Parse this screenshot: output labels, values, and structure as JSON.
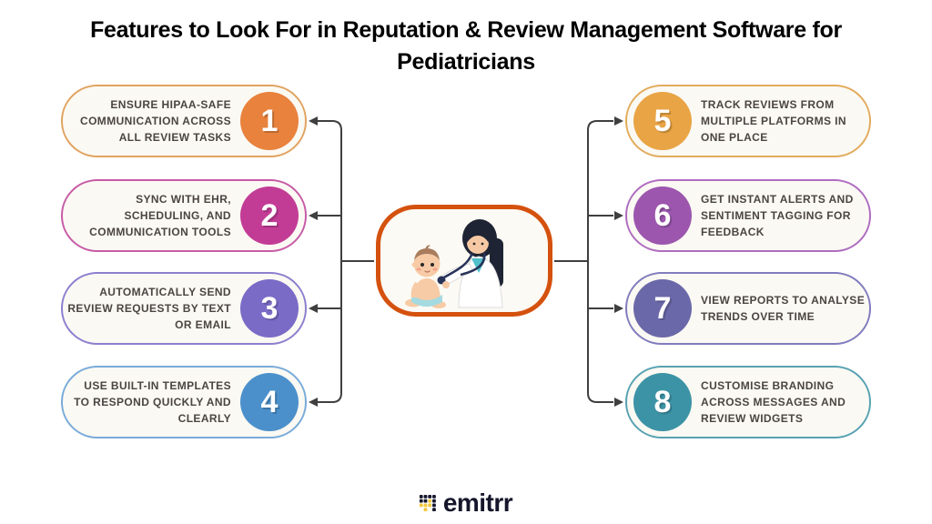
{
  "title": "Features to Look For in Reputation & Review Management Software for Pediatricians",
  "features": [
    {
      "number": "1",
      "text": "ENSURE HIPAA-SAFE COMMUNICATION ACROSS ALL REVIEW TASKS",
      "circle_color": "#E8823D",
      "border_color": "#E1A360",
      "side": "left"
    },
    {
      "number": "2",
      "text": "SYNC WITH EHR, SCHEDULING, AND COMMUNICATION TOOLS",
      "circle_color": "#C23C96",
      "border_color": "#C75BA6",
      "side": "left"
    },
    {
      "number": "3",
      "text": "AUTOMATICALLY SEND REVIEW REQUESTS BY TEXT OR EMAIL",
      "circle_color": "#7A6BC7",
      "border_color": "#8C7FD0",
      "side": "left"
    },
    {
      "number": "4",
      "text": "USE BUILT-IN TEMPLATES TO RESPOND QUICKLY AND CLEARLY",
      "circle_color": "#4B90CB",
      "border_color": "#78ABDA",
      "side": "left"
    },
    {
      "number": "5",
      "text": "TRACK REVIEWS FROM MULTIPLE PLATFORMS IN ONE PLACE",
      "circle_color": "#E9A445",
      "border_color": "#E2AB5C",
      "side": "right"
    },
    {
      "number": "6",
      "text": "GET INSTANT ALERTS AND SENTIMENT TAGGING FOR FEEDBACK",
      "circle_color": "#9C56AE",
      "border_color": "#AF6CC0",
      "side": "right"
    },
    {
      "number": "7",
      "text": "VIEW REPORTS TO ANALYSE TRENDS OVER TIME",
      "circle_color": "#6B68A9",
      "border_color": "#807CBE",
      "side": "right"
    },
    {
      "number": "8",
      "text": "CUSTOMISE BRANDING ACROSS MESSAGES AND REVIEW WIDGETS",
      "circle_color": "#3C93A6",
      "border_color": "#58A2B2",
      "side": "right"
    }
  ],
  "center": {
    "icon": "pediatrician-examining-baby",
    "border_color": "#D4510E",
    "fill_color": "#FCFAF4"
  },
  "connectors": {
    "line_color": "#3F3F3F"
  },
  "logo": {
    "word": "emitrr",
    "icon": "dot-grid-icon",
    "dark_color": "#15152B",
    "accent_color": "#F3C73C",
    "icon_pattern": [
      "dddd",
      "ddyd",
      "yyyd",
      ".y.d"
    ]
  }
}
